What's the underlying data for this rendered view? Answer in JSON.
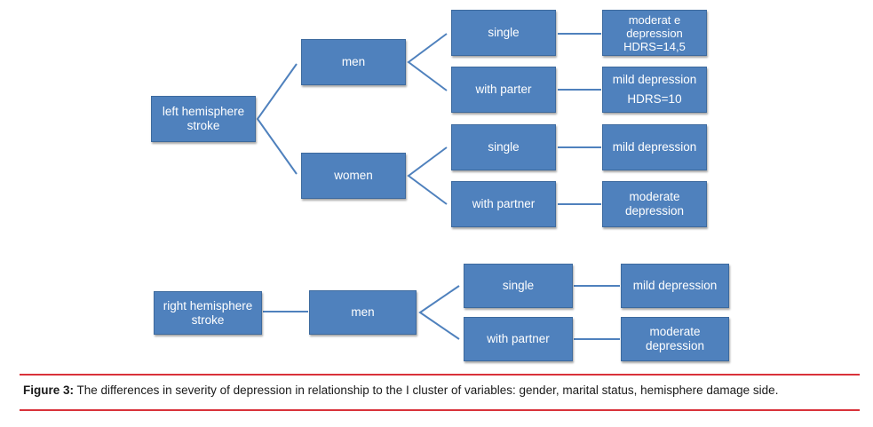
{
  "diagram": {
    "left": {
      "root": "left hemisphere\nstroke",
      "men": "men",
      "women": "women",
      "men_single": "single",
      "men_partner": "with parter",
      "women_single": "single",
      "women_partner": "with partner",
      "out_men_single": "moderat e\ndepression\nHDRS=14,5",
      "out_men_partner_1": "mild depression",
      "out_men_partner_2": "HDRS=10",
      "out_women_single": "mild depression",
      "out_women_partner": "moderate\ndepression"
    },
    "right": {
      "root": "right hemisphere\nstroke",
      "men": "men",
      "men_single": "single",
      "men_partner": "with partner",
      "out_single": "mild depression",
      "out_partner": "moderate\ndepression"
    }
  },
  "caption": {
    "label": "Figure 3:",
    "text": " The differences in severity of depression in relationship to the I cluster of variables: gender, marital status, hemisphere damage side."
  }
}
